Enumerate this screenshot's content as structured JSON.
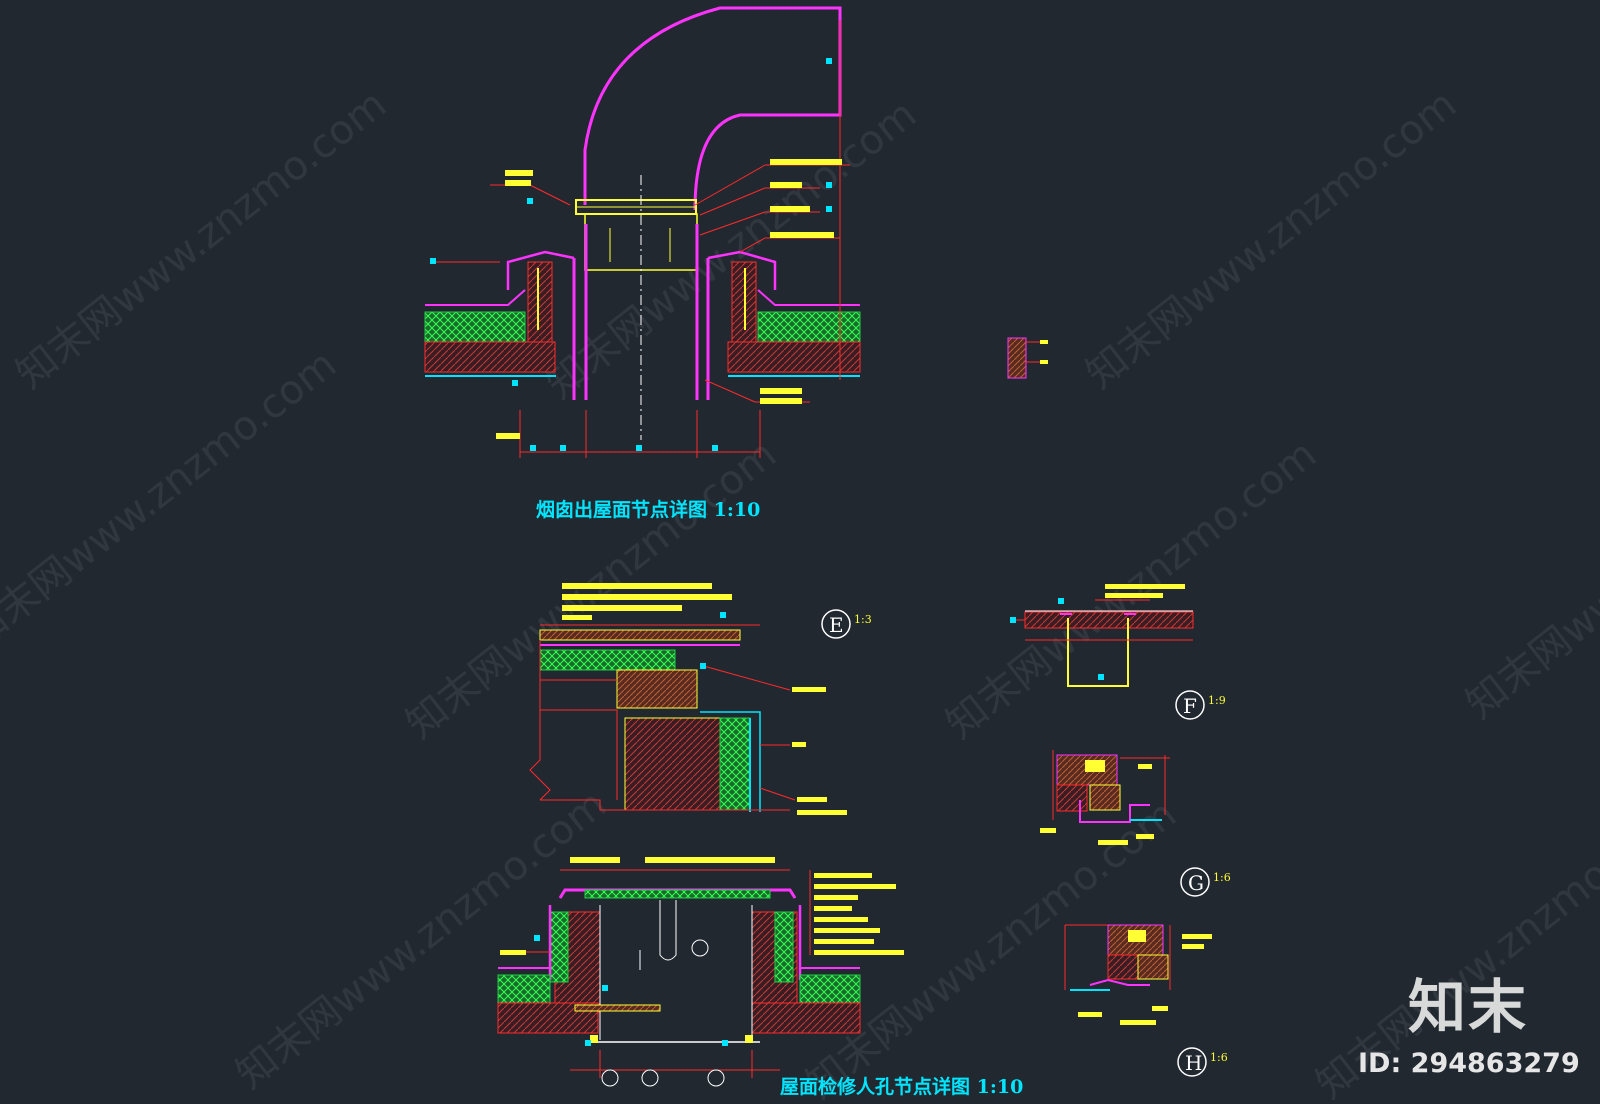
{
  "drawings": {
    "chimney": {
      "title": "烟囱出屋面节点详图 1:10"
    },
    "access_hatch": {
      "title": "屋面检修人孔节点详图 1:10"
    }
  },
  "detail_tags": {
    "E": {
      "letter": "E",
      "scale": "1:3"
    },
    "F": {
      "letter": "F",
      "scale": "1:9"
    },
    "G": {
      "letter": "G",
      "scale": "1:6"
    },
    "H": {
      "letter": "H",
      "scale": "1:6"
    }
  },
  "watermark": {
    "text": "知末网www.znzmo.com"
  },
  "brand": {
    "logo_text": "知末",
    "image_id": "ID: 294863279"
  },
  "colors": {
    "background": "#212830",
    "magenta": "#ff33ff",
    "yellow": "#ffff33",
    "red": "#ff2a2a",
    "green": "#22cc44",
    "cyan": "#00e5ff",
    "brown": "#8b4a2c"
  }
}
